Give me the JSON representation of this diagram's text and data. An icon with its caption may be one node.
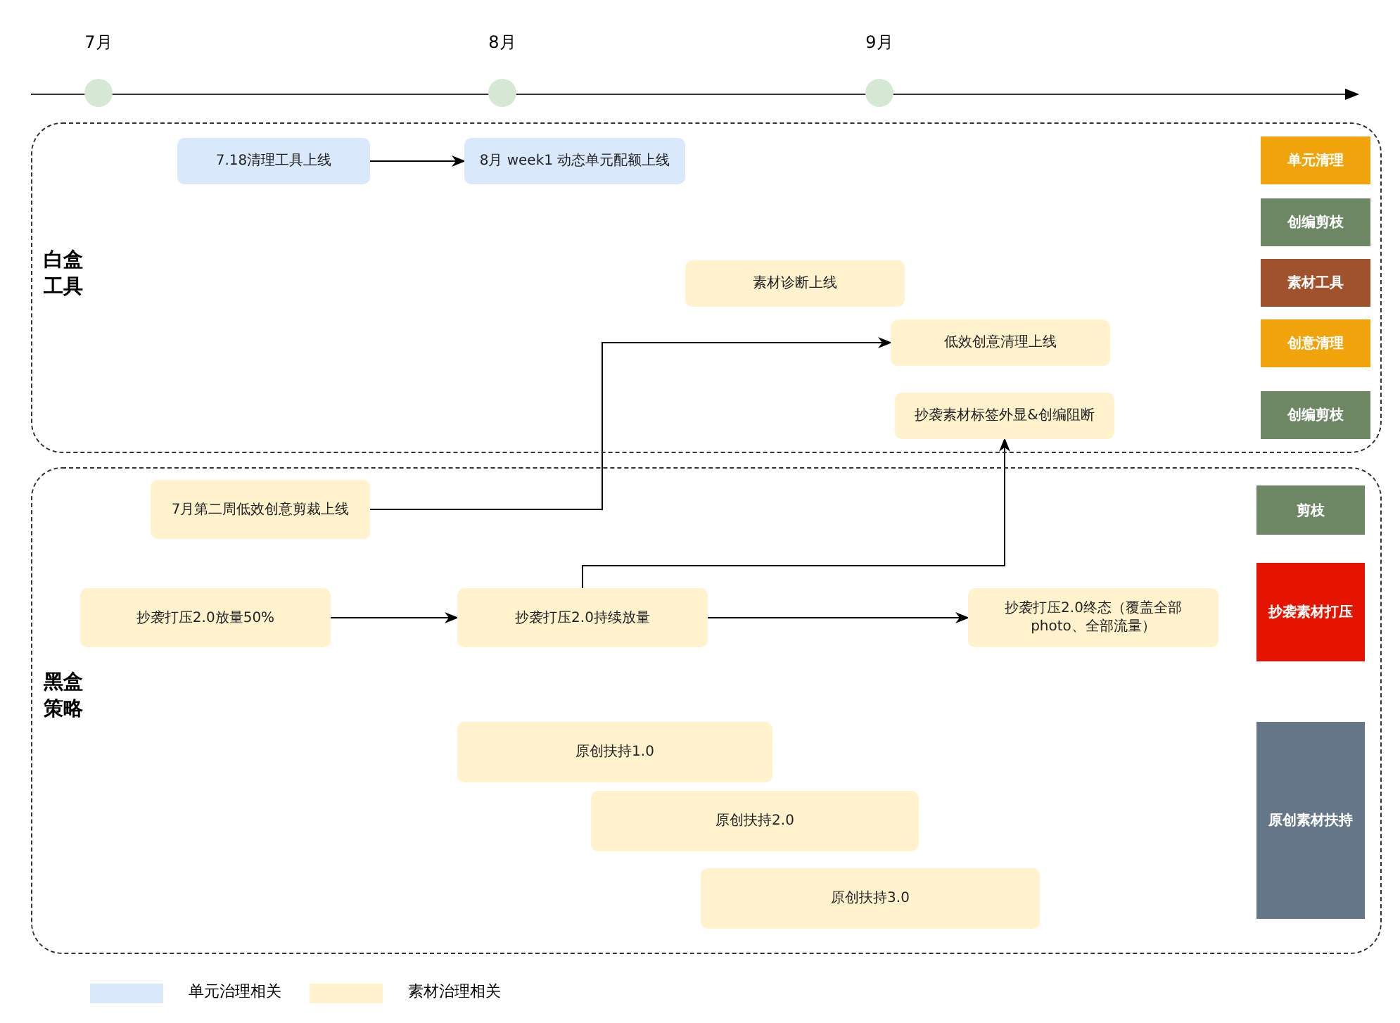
{
  "diagram": {
    "nodes": [
      {
        "text": [
          "白盒工具"
        ]
      },
      {
        "text": [
          "7.18清理工具上线"
        ],
        "in": 0
      },
      {
        "text": [
          "8月 week1 动态单元配额上线"
        ],
        "in": 0
      },
      {
        "text": [
          "素材诊断上线"
        ],
        "in": 0
      },
      {
        "text": [
          "低效创意清理上线"
        ],
        "in": 0
      },
      {
        "text": [
          "抄袭素材标签外显&创编阻断"
        ],
        "in": 0
      },
      {
        "text": [
          "单元清理"
        ],
        "in": 0
      },
      {
        "text": [
          "创编剪枝"
        ],
        "in": 0
      },
      {
        "text": [
          "素材工具"
        ],
        "in": 0
      },
      {
        "text": [
          "创意清理"
        ],
        "in": 0
      },
      {
        "text": [
          "创编剪枝"
        ],
        "in": 0
      },
      {
        "text": [
          "黑盒策略"
        ]
      },
      {
        "text": [
          "7月第二周低效创意剪裁上线"
        ],
        "in": 11
      },
      {
        "text": [
          "抄袭打压2.0放量50%"
        ],
        "in": 11
      },
      {
        "text": [
          "抄袭打压2.0持续放量"
        ],
        "in": 11
      },
      {
        "text": [
          "抄袭打压2.0终态（覆盖全部photo、全部流量）"
        ],
        "in": 11
      },
      {
        "text": [
          "原创扶持1.0"
        ],
        "in": 11
      },
      {
        "text": [
          "原创扶持2.0"
        ],
        "in": 11
      },
      {
        "text": [
          "原创扶持3.0"
        ],
        "in": 11
      },
      {
        "text": [
          "剪枝"
        ],
        "in": 11
      },
      {
        "text": [
          "抄袭素材打压"
        ],
        "in": 11
      },
      {
        "text": [
          "原创素材扶持"
        ],
        "in": 11
      }
    ],
    "edges": [
      {
        "from": 1,
        "to": 2,
        "arrow": "to"
      },
      {
        "from": 12,
        "to": 4,
        "arrow": "to"
      },
      {
        "from": 13,
        "to": 14,
        "arrow": "to"
      },
      {
        "from": 14,
        "to": 15,
        "arrow": "to"
      },
      {
        "from": 14,
        "to": 5,
        "arrow": "to"
      }
    ],
    "labels": [
      "7月",
      "8月",
      "9月"
    ],
    "legend": [
      {
        "text": "单元治理相关",
        "color": "#dae8fc"
      },
      {
        "text": "素材治理相关",
        "color": "#fff2cc"
      }
    ]
  }
}
